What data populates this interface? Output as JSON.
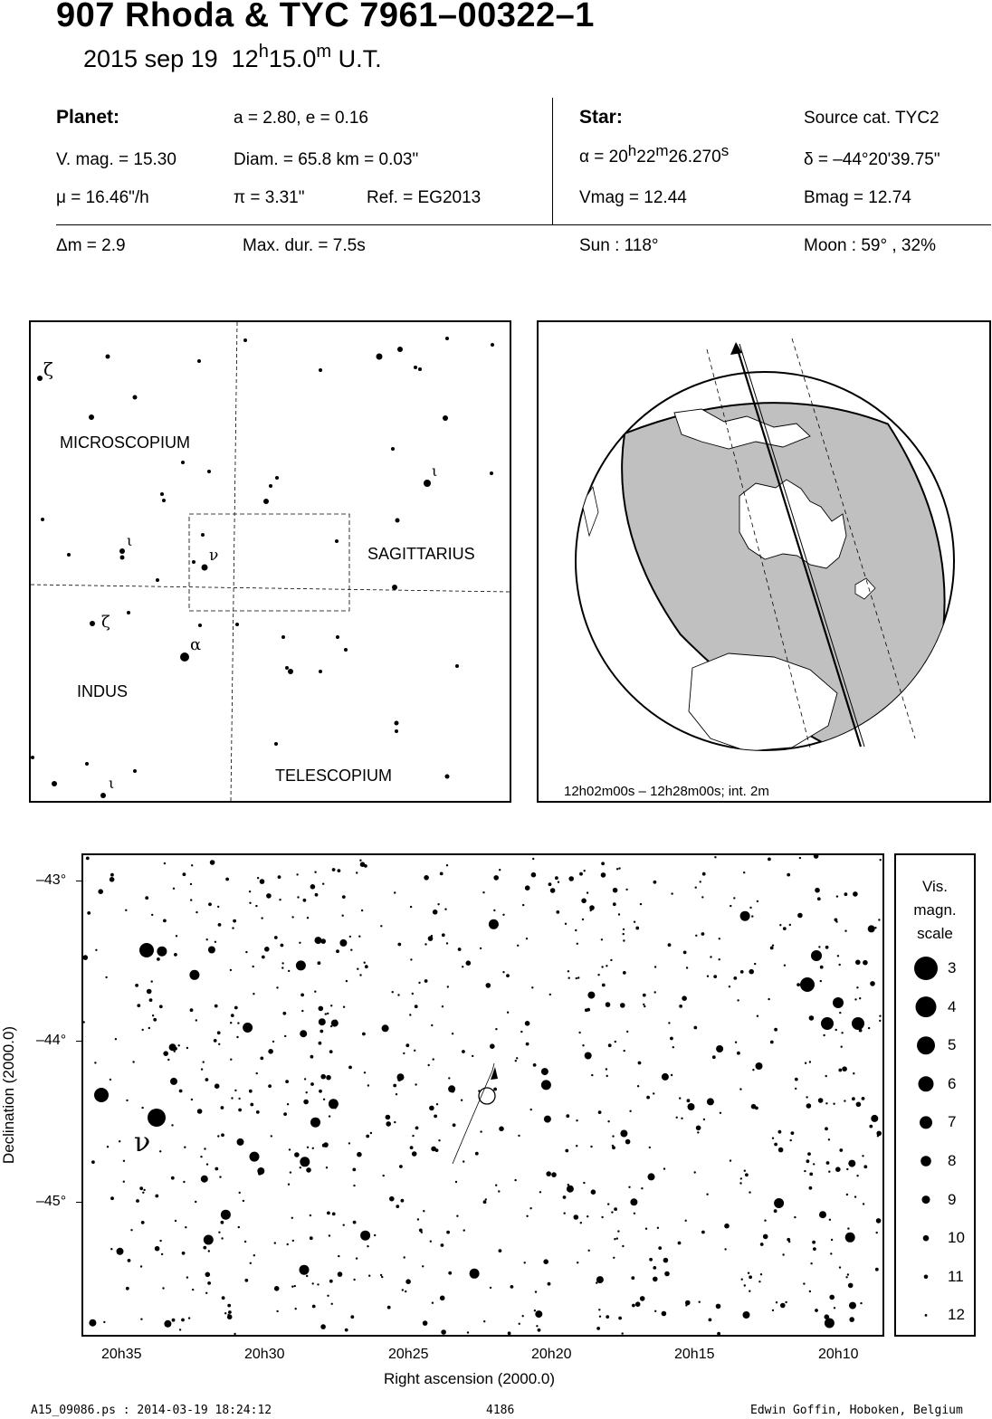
{
  "header": {
    "title": "907 Rhoda  &  TYC 7961–00322–1",
    "date": "2015 sep 19",
    "time_h": "12",
    "time_hsup": "h",
    "time_m": "15.0",
    "time_msup": "m",
    "time_ut": "U.T."
  },
  "planet": {
    "heading": "Planet:",
    "orbit": "a = 2.80, e = 0.16",
    "vmag": "V. mag. = 15.30",
    "diam": "Diam. = 65.8 km = 0.03\"",
    "mu": "μ =  16.46\"/h",
    "pi": "π =  3.31\"",
    "ref": "Ref. = EG2013",
    "dm": "Δm = 2.9",
    "maxdur": "Max. dur. = 7.5s"
  },
  "star": {
    "heading": "Star:",
    "source": "Source cat.  TYC2",
    "alpha_prefix": "α = 20",
    "alpha_h": "h",
    "alpha_min": "22",
    "alpha_m": "m",
    "alpha_sec": "26.270",
    "alpha_s": "s",
    "delta": "δ = –44°20'39.75\"",
    "vmag": "Vmag = 12.44",
    "bmag": "Bmag = 12.74",
    "sun": "Sun : 118°",
    "moon": "Moon :  59° , 32%"
  },
  "finder_chart": {
    "constellations": [
      "MICROSCOPIUM",
      "SAGITTARIUS",
      "INDUS",
      "TELESCOPIUM"
    ],
    "greek_labels": [
      "ζ",
      "ι",
      "ι",
      "ν",
      "ζ",
      "α",
      "ι"
    ]
  },
  "globe": {
    "caption": "12h02m00s – 12h28m00s; int.  2m"
  },
  "star_field": {
    "dec_ticks": [
      "–43°",
      "–44°",
      "–45°"
    ],
    "ra_ticks": [
      "20h35",
      "20h30",
      "20h25",
      "20h20",
      "20h15",
      "20h10"
    ],
    "xlabel": "Right ascension (2000.0)",
    "ylabel": "Declination (2000.0)",
    "nu_label": "ν"
  },
  "mag_scale": {
    "title_lines": [
      "Vis.",
      "magn.",
      "scale"
    ],
    "magnitudes": [
      "3",
      "4",
      "5",
      "6",
      "7",
      "8",
      "9",
      "10",
      "11",
      "12"
    ]
  },
  "footer": {
    "file": "A15_09086.ps : 2014-03-19 18:24:12",
    "number": "4186",
    "author": "Edwin Goffin, Hoboken, Belgium"
  }
}
